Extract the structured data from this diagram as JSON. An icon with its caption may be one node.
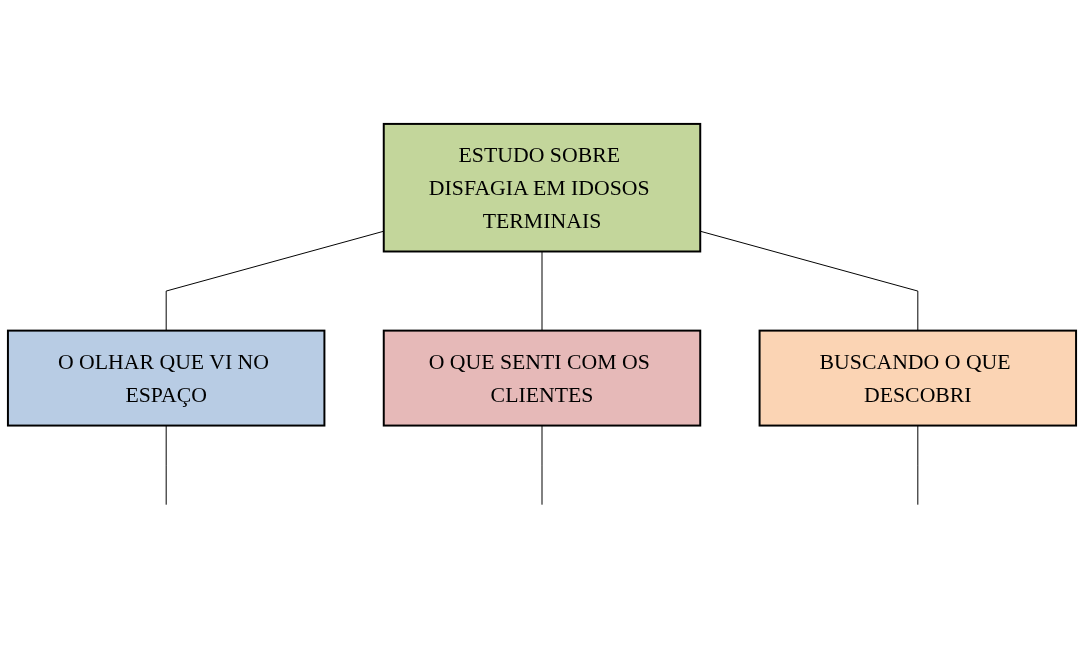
{
  "diagram": {
    "nodes": [
      {
        "text": [
          "ESTUDO SOBRE DISFAGIA EM IDOSOS TERMINAIS"
        ]
      },
      {
        "text": [
          "O OLHAR QUE VI NO ESPAÇO"
        ]
      },
      {
        "text": [
          "O QUE SENTI COM OS CLIENTES"
        ]
      },
      {
        "text": [
          "BUSCANDO O QUE DESCOBRI"
        ]
      }
    ],
    "edges": [
      {
        "from": 0,
        "to": 1,
        "arrow": "none"
      },
      {
        "from": 0,
        "to": 2,
        "arrow": "none"
      },
      {
        "from": 0,
        "to": 3,
        "arrow": "none"
      },
      {
        "from": 1,
        "to": null,
        "arrow": "none"
      },
      {
        "from": 2,
        "to": null,
        "arrow": "none"
      },
      {
        "from": 3,
        "to": null,
        "arrow": "none"
      }
    ]
  }
}
